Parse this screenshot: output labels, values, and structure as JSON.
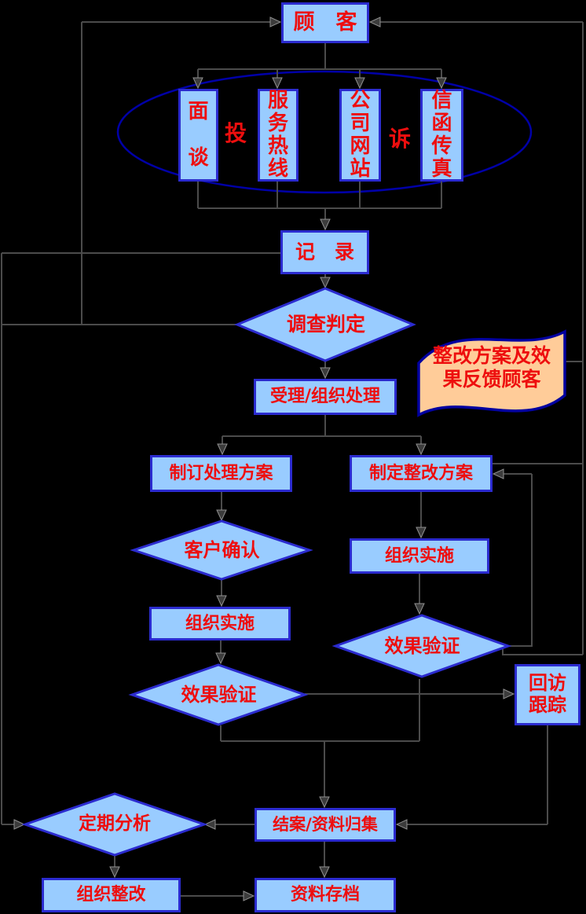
{
  "diagram": {
    "title": "customer-complaint-handling-flowchart",
    "colors": {
      "background": "#000000",
      "node_fill": "#99ccff",
      "node_border": "#2b2bcf",
      "text_red": "#ee0e0e",
      "connector_gray": "#4b4b4b",
      "ellipse_navy": "#0000a8",
      "banner_fill": "#ffcc99",
      "banner_border": "#0000a0"
    }
  },
  "nodes": {
    "customer": "顾　客",
    "interview": "面\n\n谈",
    "hotline": "服\n务\n热\n线",
    "website": "公\n司\n网\n站",
    "fax": "信\n函\n传\n真",
    "tou": "投",
    "su": "诉",
    "record": "记　录",
    "investigate": "调查判定",
    "accept": "受理/组织处理",
    "banner": "整改方案及效\n果反馈顾客",
    "plan_handle": "制订处理方案",
    "plan_rectify": "制定整改方案",
    "confirm": "客户确认",
    "implement_left": "组织实施",
    "implement_right": "组织实施",
    "verify_left": "效果验证",
    "verify_right": "效果验证",
    "follow_up": "回访\n跟踪",
    "close_case": "结案/资料归集",
    "periodic_analysis": "定期分析",
    "rectify_org": "组织整改",
    "archive": "资料存档"
  }
}
